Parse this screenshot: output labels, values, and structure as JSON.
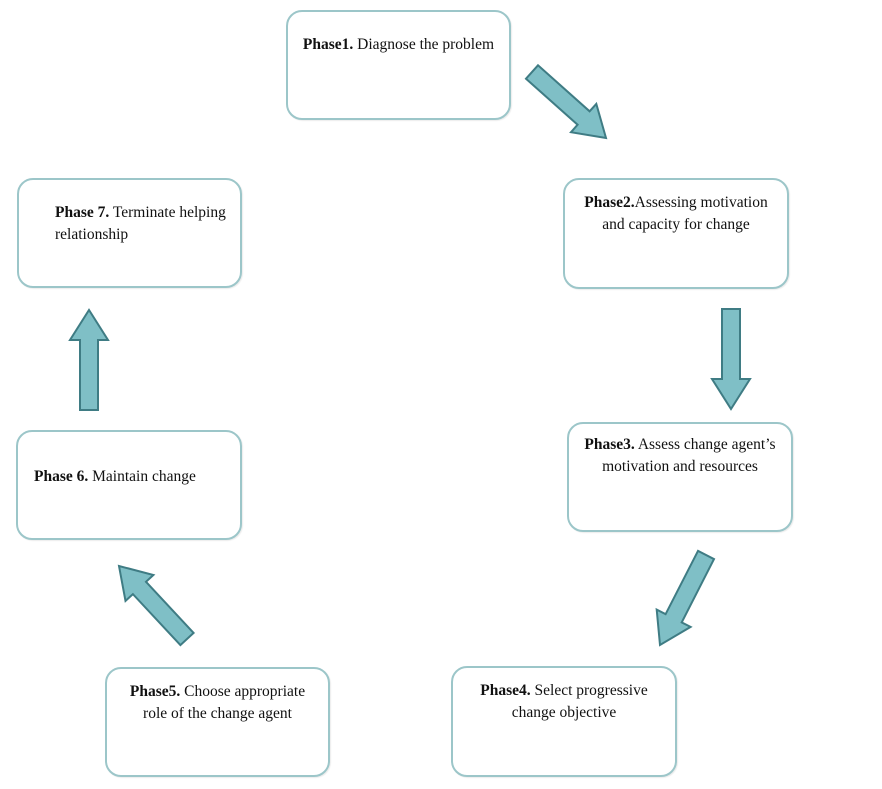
{
  "colors": {
    "box_border": "#9cc6c9",
    "arrow_fill": "#7fbfc6",
    "arrow_stroke": "#3f7c84"
  },
  "phases": [
    {
      "bold": "Phase1.",
      "text": " Diagnose the problem"
    },
    {
      "bold": "Phase2.",
      "text": "Assessing motivation and capacity for change"
    },
    {
      "bold": "Phase3.",
      "text": " Assess change agent’s motivation and resources"
    },
    {
      "bold": "Phase4.",
      "text": " Select progressive change objective"
    },
    {
      "bold": "Phase5.",
      "text": " Choose appropriate role of the change agent"
    },
    {
      "bold": "Phase 6.",
      "text": " Maintain change"
    },
    {
      "bold": "Phase 7.",
      "text": " Terminate helping relationship"
    }
  ]
}
